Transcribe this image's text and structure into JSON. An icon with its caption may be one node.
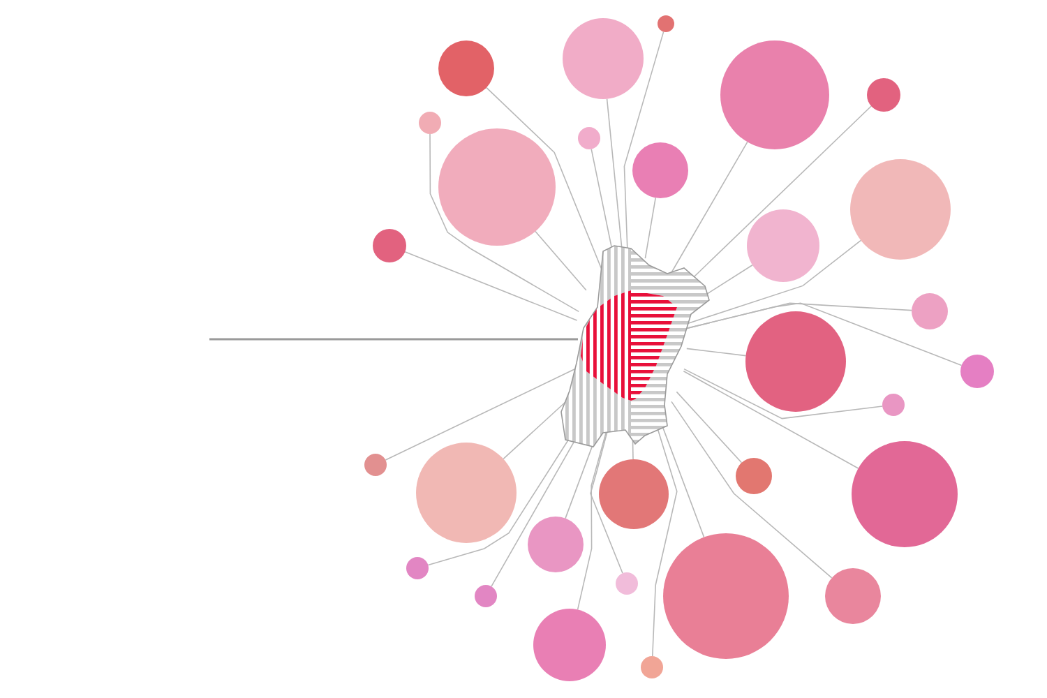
{
  "diagram": {
    "nodes": [
      {
        "text": [],
        "shape": "picture"
      },
      {
        "text": [],
        "shape": "circle"
      },
      {
        "text": [],
        "shape": "circle"
      },
      {
        "text": [],
        "shape": "circle"
      },
      {
        "text": [],
        "shape": "circle"
      },
      {
        "text": [],
        "shape": "circle"
      },
      {
        "text": [],
        "shape": "circle"
      },
      {
        "text": [],
        "shape": "circle"
      },
      {
        "text": [],
        "shape": "circle"
      },
      {
        "text": [],
        "shape": "circle"
      },
      {
        "text": [],
        "shape": "circle"
      },
      {
        "text": [],
        "shape": "circle"
      },
      {
        "text": [],
        "shape": "circle"
      },
      {
        "text": [],
        "shape": "circle"
      },
      {
        "text": [],
        "shape": "circle"
      },
      {
        "text": [],
        "shape": "circle"
      },
      {
        "text": [],
        "shape": "circle"
      },
      {
        "text": [],
        "shape": "circle"
      },
      {
        "text": [],
        "shape": "circle"
      },
      {
        "text": [],
        "shape": "circle"
      },
      {
        "text": [],
        "shape": "circle"
      },
      {
        "text": [],
        "shape": "circle"
      },
      {
        "text": [],
        "shape": "circle"
      },
      {
        "text": [],
        "shape": "circle"
      },
      {
        "text": [],
        "shape": "circle"
      },
      {
        "text": [],
        "shape": "circle"
      },
      {
        "text": [],
        "shape": "circle"
      },
      {
        "text": [],
        "shape": "circle"
      },
      {
        "text": [],
        "shape": "circle"
      },
      {
        "text": [],
        "shape": "circle"
      }
    ],
    "edges": [
      {
        "from": null,
        "to": 0,
        "arrow": "none"
      },
      {
        "from": 1,
        "to": 0,
        "arrow": "none"
      },
      {
        "from": 2,
        "to": 0,
        "arrow": "none"
      },
      {
        "from": 3,
        "to": 0,
        "arrow": "none"
      },
      {
        "from": 4,
        "to": 0,
        "arrow": "none"
      },
      {
        "from": 5,
        "to": 0,
        "arrow": "none"
      },
      {
        "from": 6,
        "to": 0,
        "arrow": "none"
      },
      {
        "from": 7,
        "to": 0,
        "arrow": "none"
      },
      {
        "from": 8,
        "to": 0,
        "arrow": "none"
      },
      {
        "from": 9,
        "to": 0,
        "arrow": "none"
      },
      {
        "from": 10,
        "to": 0,
        "arrow": "none"
      },
      {
        "from": 11,
        "to": 0,
        "arrow": "none"
      },
      {
        "from": 12,
        "to": 0,
        "arrow": "none"
      },
      {
        "from": 13,
        "to": 0,
        "arrow": "none"
      },
      {
        "from": 14,
        "to": 0,
        "arrow": "none"
      },
      {
        "from": 15,
        "to": 0,
        "arrow": "none"
      },
      {
        "from": 16,
        "to": 0,
        "arrow": "none"
      },
      {
        "from": 17,
        "to": 0,
        "arrow": "none"
      },
      {
        "from": 18,
        "to": 0,
        "arrow": "none"
      },
      {
        "from": 19,
        "to": 0,
        "arrow": "none"
      },
      {
        "from": 20,
        "to": 0,
        "arrow": "none"
      },
      {
        "from": 21,
        "to": 0,
        "arrow": "none"
      },
      {
        "from": 22,
        "to": 0,
        "arrow": "none"
      },
      {
        "from": 23,
        "to": 0,
        "arrow": "none"
      },
      {
        "from": 24,
        "to": 0,
        "arrow": "none"
      },
      {
        "from": 25,
        "to": 0,
        "arrow": "none"
      },
      {
        "from": 26,
        "to": 0,
        "arrow": "none"
      },
      {
        "from": 27,
        "to": 0,
        "arrow": "none"
      },
      {
        "from": 28,
        "to": 0,
        "arrow": "none"
      },
      {
        "from": 29,
        "to": 0,
        "arrow": "none"
      }
    ]
  }
}
